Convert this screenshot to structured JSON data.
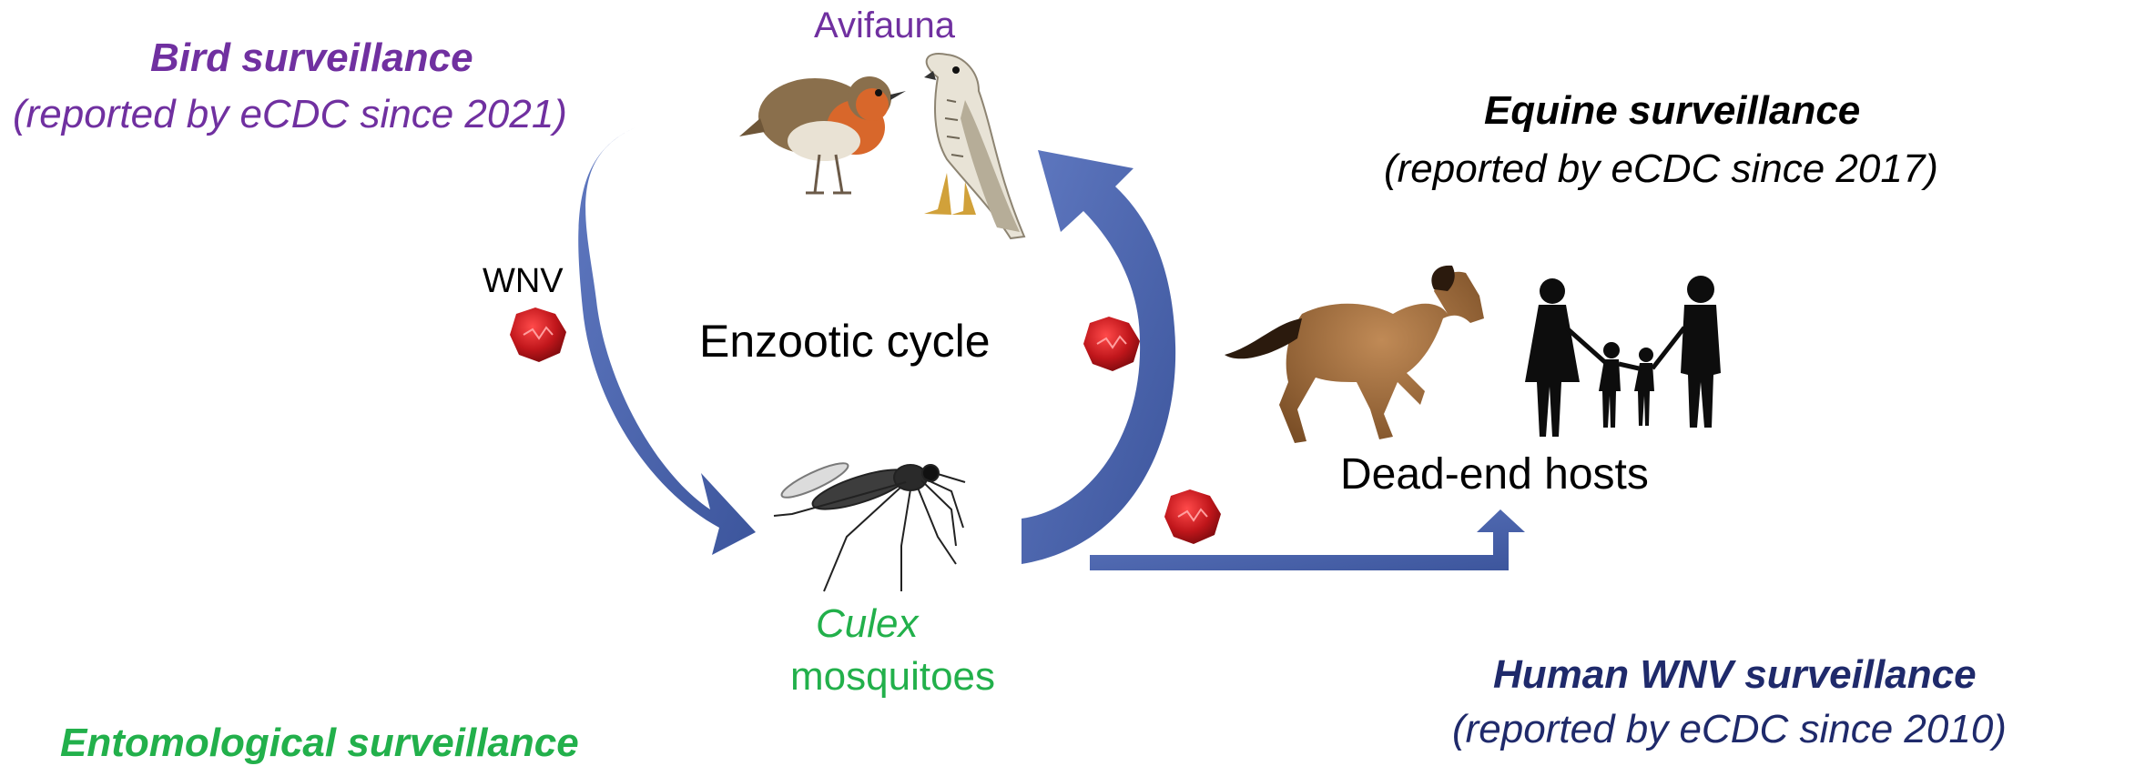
{
  "bird_surveillance": {
    "title": "Bird surveillance",
    "subtitle": "(reported by eCDC since 2021)",
    "color": "#7030a0"
  },
  "equine_surveillance": {
    "title": "Equine surveillance",
    "subtitle": "(reported by eCDC since 2017)",
    "color": "#000000"
  },
  "human_surveillance": {
    "title": "Human WNV surveillance",
    "subtitle": "(reported by eCDC since 2010)",
    "color": "#1f2a6b"
  },
  "entomological_surveillance": {
    "title": "Entomological surveillance",
    "color": "#22b04b"
  },
  "labels": {
    "avifauna": "Avifauna",
    "wnv": "WNV",
    "enzootic_cycle": "Enzootic cycle",
    "culex": "Culex",
    "mosquitoes": "mosquitoes",
    "dead_end_hosts": "Dead-end hosts"
  },
  "colors": {
    "arrow_blue": "#4a64ad",
    "virus_red": "#c0161b",
    "purple": "#7030a0",
    "green": "#22b04b",
    "navy": "#1f2a6b"
  },
  "icons": [
    "robin-icon",
    "falcon-icon",
    "mosquito-icon",
    "horse-icon",
    "family-silhouette-icon",
    "virus-icon"
  ]
}
